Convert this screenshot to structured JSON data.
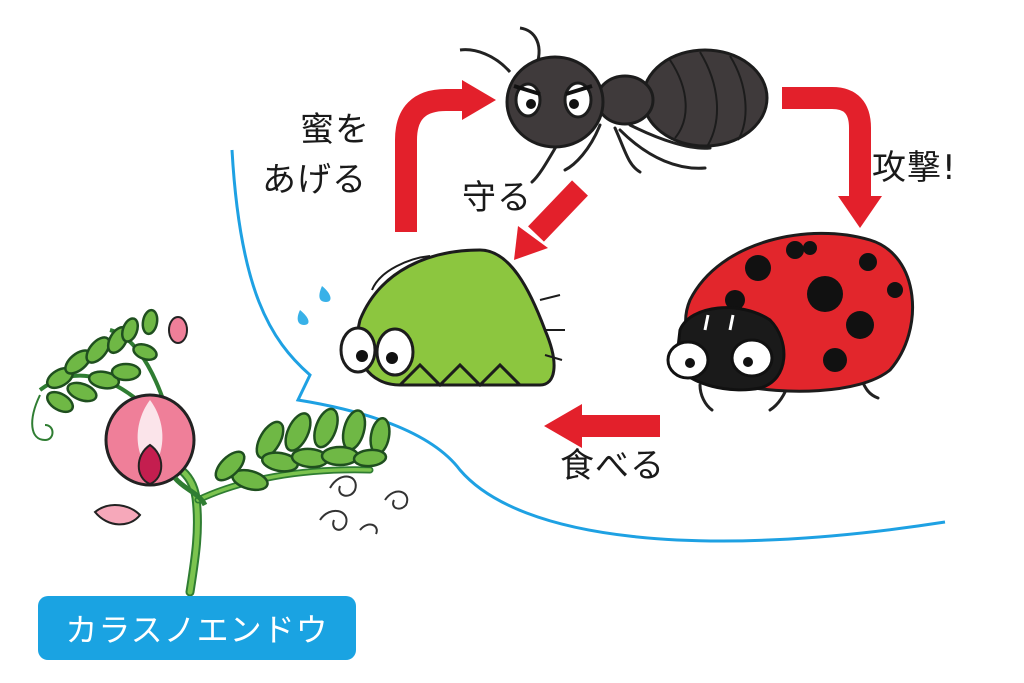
{
  "colors": {
    "arrow": "#e3202b",
    "boundary": "#1ea1e3",
    "title_box": "#1aa3e2",
    "ant_body": "#3f3a3b",
    "aphid_body": "#8cc63f",
    "ladybug_shell": "#e2262c",
    "flower_petal": "#ef7f99",
    "leaf": "#6fb845"
  },
  "labels": {
    "honey_line1": "蜜を",
    "honey_line2": "あげる",
    "protect": "守る",
    "attack": "攻撃!",
    "eat": "食べる"
  },
  "plant_name": "カラスノエンドウ",
  "nodes": [
    "ant",
    "aphid",
    "ladybug",
    "plant"
  ],
  "relations": [
    {
      "from": "aphid",
      "to": "ant",
      "label": "蜜をあげる"
    },
    {
      "from": "ant",
      "to": "aphid",
      "label": "守る"
    },
    {
      "from": "ant",
      "to": "ladybug",
      "label": "攻撃!"
    },
    {
      "from": "ladybug",
      "to": "aphid",
      "label": "食べる"
    }
  ]
}
